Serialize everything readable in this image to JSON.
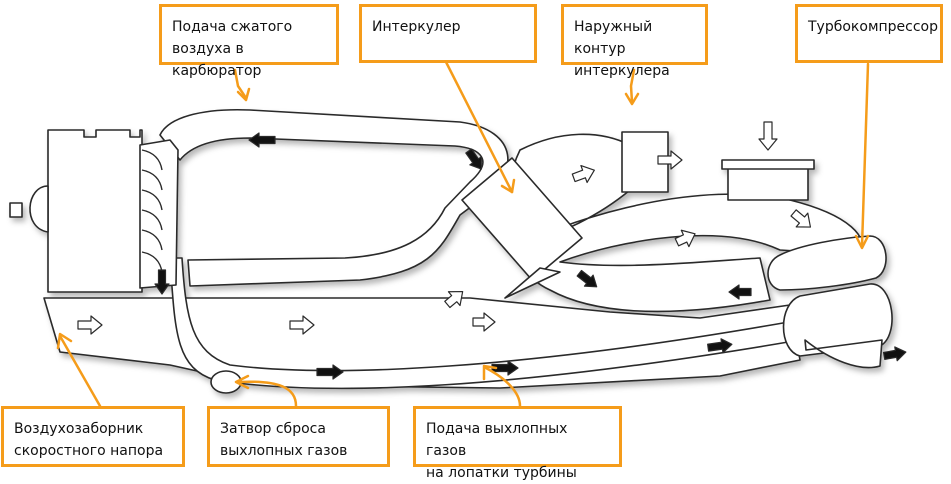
{
  "labels": {
    "carb_air": "Подача сжатого\nвоздуха в карбюратор",
    "intercooler": "Интеркулер",
    "outer_loop": "Наружный контур\nинтеркулера",
    "turbo": "Турбокомпрессор",
    "ram_intake": "Воздухозаборник\nскоростного напора",
    "wastegate": "Затвор сброса\nвыхлопных газов",
    "exhaust_feed": "Подача выхлопных газов\nна лопатки турбины"
  },
  "colors": {
    "callout_border": "#f59c1a",
    "leader": "#f59c1a",
    "outline": "#2a2a2a",
    "fill": "#ffffff",
    "exhaust_arrow": "#111111",
    "air_arrow": "#ffffff"
  }
}
